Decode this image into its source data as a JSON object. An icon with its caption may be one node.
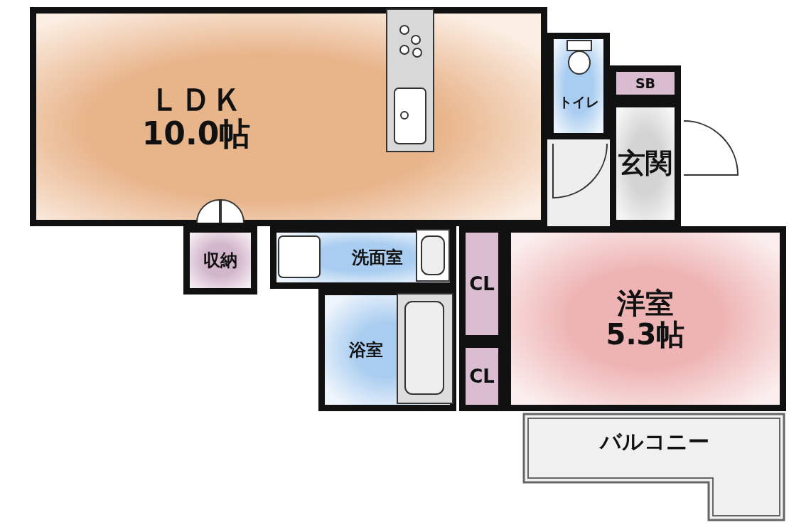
{
  "diagram": {
    "nodes": [
      {
        "text": [
          "ＬＤＫ",
          "10.0帖"
        ]
      },
      {
        "text": [
          "トイレ"
        ]
      },
      {
        "text": [
          "SB"
        ]
      },
      {
        "text": [
          "玄関"
        ]
      },
      {
        "text": [
          "収納"
        ]
      },
      {
        "text": [
          "洗面室"
        ]
      },
      {
        "text": [
          "浴室"
        ]
      },
      {
        "text": [
          "CL"
        ]
      },
      {
        "text": [
          "CL"
        ]
      },
      {
        "text": [
          "洋室",
          "5.3帖"
        ]
      },
      {
        "text": [
          "バルコニー"
        ]
      }
    ]
  }
}
